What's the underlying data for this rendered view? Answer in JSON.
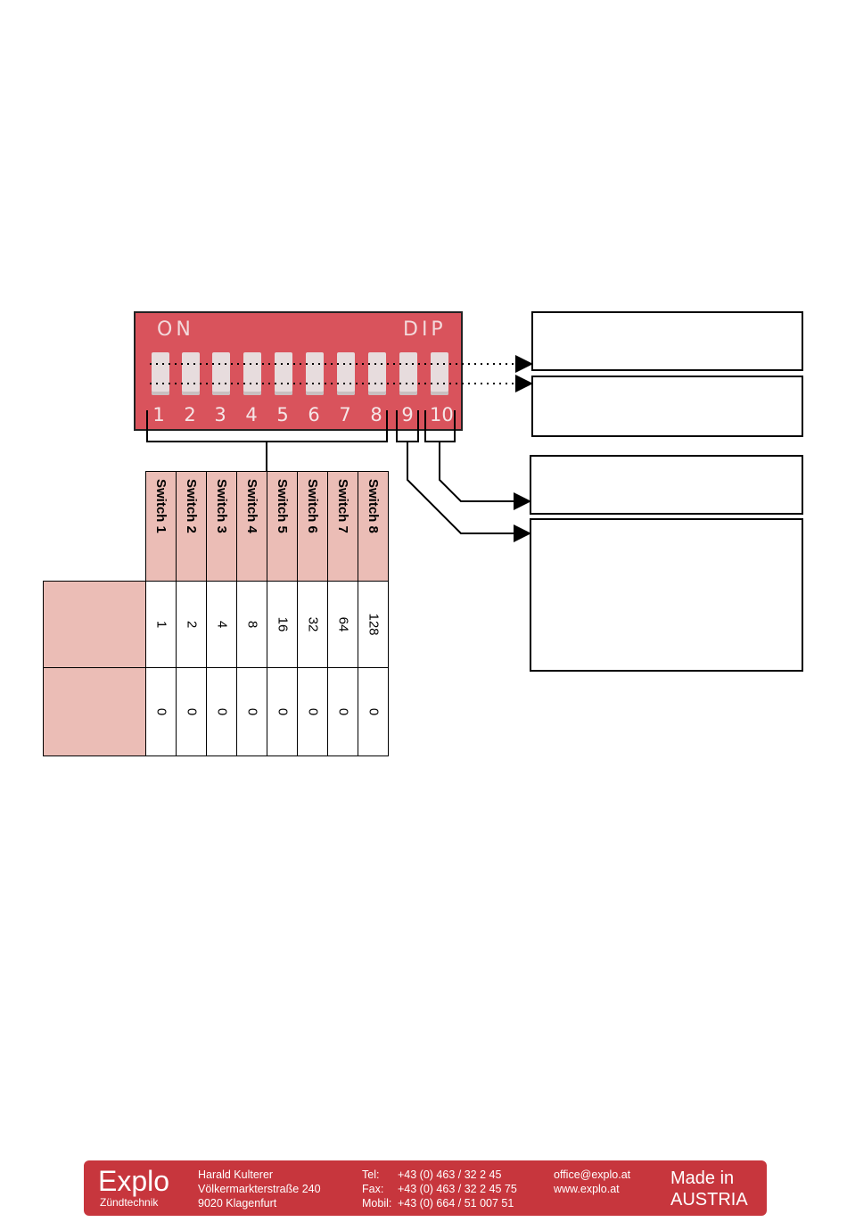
{
  "dip_switch": {
    "on_label": "ON",
    "dip_label": "DIP",
    "numbers": [
      "1",
      "2",
      "3",
      "4",
      "5",
      "6",
      "7",
      "8",
      "9",
      "10"
    ]
  },
  "table": {
    "headers": [
      "Switch 1",
      "Switch 2",
      "Switch 3",
      "Switch 4",
      "Switch 5",
      "Switch 6",
      "Switch 7",
      "Switch 8"
    ],
    "row_labels": [
      "",
      ""
    ],
    "values": [
      "1",
      "2",
      "4",
      "8",
      "16",
      "32",
      "64",
      "128"
    ],
    "zeros": [
      "0",
      "0",
      "0",
      "0",
      "0",
      "0",
      "0",
      "0"
    ]
  },
  "footer": {
    "brand": "Explo",
    "brand_sub": "Zündtechnik",
    "name": "Harald Kulterer",
    "street": "Völkermarkterstraße 240",
    "city": "9020 Klagenfurt",
    "tel_label": "Tel:",
    "tel": "+43 (0) 463 / 32 2 45",
    "fax_label": "Fax:",
    "fax": "+43 (0) 463 / 32 2 45 75",
    "mobil_label": "Mobil:",
    "mobil": "+43 (0) 664 / 51 007 51",
    "email": "office@explo.at",
    "web": "www.explo.at",
    "made_in_1": "Made in",
    "made_in_2": "AUSTRIA"
  },
  "colors": {
    "dip_red": "#d9535c",
    "table_pink": "#ebbdb6",
    "footer_red": "#c7363d"
  }
}
